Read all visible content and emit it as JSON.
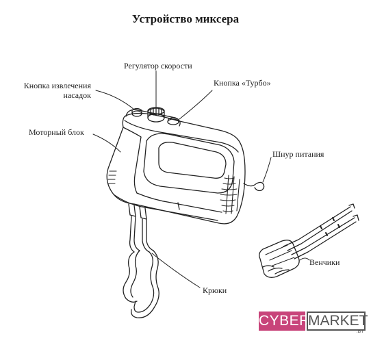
{
  "title": "Устройство миксера",
  "labels": {
    "speed_regulator": "Регулятор скорости",
    "eject_button_line1": "Кнопка извлечения",
    "eject_button_line2": "насадок",
    "turbo_button": "Кнопка «Турбо»",
    "motor_unit": "Моторный блок",
    "power_cord": "Шнур питания",
    "whisks": "Венчики",
    "hooks": "Крюки"
  },
  "logo": {
    "part1": "CYBER",
    "part2": "MARKET",
    "suffix": ".BY",
    "colors": {
      "accent": "#c8447a",
      "outline": "#555555"
    }
  }
}
